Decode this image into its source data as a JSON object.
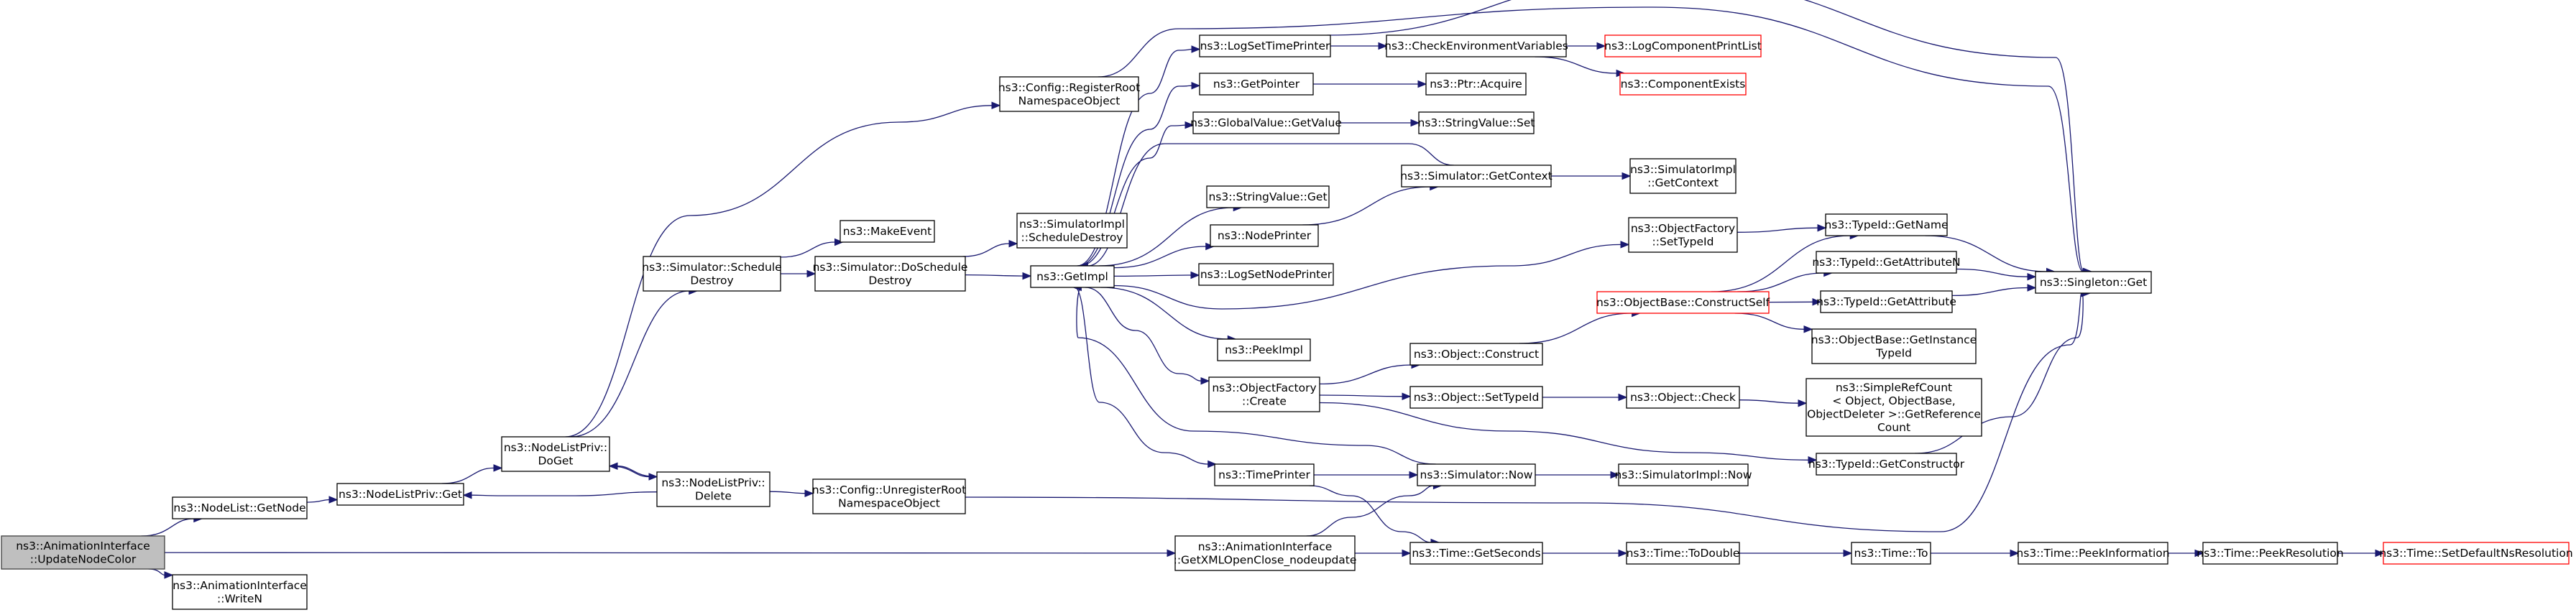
{
  "diagram": {
    "root": "n_root",
    "nodes": [
      {
        "id": "n_root",
        "lines": [
          "ns3::AnimationInterface",
          "::UpdateNodeColor"
        ],
        "style": "root"
      },
      {
        "id": "n_getnode",
        "lines": [
          "ns3::NodeList::GetNode"
        ]
      },
      {
        "id": "n_writen",
        "lines": [
          "ns3::AnimationInterface",
          "::WriteN"
        ]
      },
      {
        "id": "n_nlpget",
        "lines": [
          "ns3::NodeListPriv::Get"
        ]
      },
      {
        "id": "n_doget",
        "lines": [
          "ns3::NodeListPriv::",
          "DoGet"
        ]
      },
      {
        "id": "n_delete",
        "lines": [
          "ns3::NodeListPriv::",
          "Delete"
        ]
      },
      {
        "id": "n_schdestroy",
        "lines": [
          "ns3::Simulator::Schedule",
          "Destroy"
        ]
      },
      {
        "id": "n_makeevent",
        "lines": [
          "ns3::MakeEvent"
        ]
      },
      {
        "id": "n_doschdestroy",
        "lines": [
          "ns3::Simulator::DoSchedule",
          "Destroy"
        ]
      },
      {
        "id": "n_cfgunreg",
        "lines": [
          "ns3::Config::UnregisterRoot",
          "NamespaceObject"
        ]
      },
      {
        "id": "n_cfgreg",
        "lines": [
          "ns3::Config::RegisterRoot",
          "NamespaceObject"
        ]
      },
      {
        "id": "n_simimplsch",
        "lines": [
          "ns3::SimulatorImpl",
          "::ScheduleDestroy"
        ]
      },
      {
        "id": "n_getimpl",
        "lines": [
          "ns3::GetImpl"
        ]
      },
      {
        "id": "n_getxml",
        "lines": [
          "ns3::AnimationInterface",
          "::GetXMLOpenClose_nodeupdate"
        ]
      },
      {
        "id": "n_logsettime",
        "lines": [
          "ns3::LogSetTimePrinter"
        ]
      },
      {
        "id": "n_getpointer",
        "lines": [
          "ns3::GetPointer"
        ]
      },
      {
        "id": "n_gvget",
        "lines": [
          "ns3::GlobalValue::GetValue"
        ]
      },
      {
        "id": "n_svget",
        "lines": [
          "ns3::StringValue::Get"
        ]
      },
      {
        "id": "n_nodeprinter",
        "lines": [
          "ns3::NodePrinter"
        ]
      },
      {
        "id": "n_logsetnode",
        "lines": [
          "ns3::LogSetNodePrinter"
        ]
      },
      {
        "id": "n_peekimpl",
        "lines": [
          "ns3::PeekImpl"
        ]
      },
      {
        "id": "n_ofcreate",
        "lines": [
          "ns3::ObjectFactory",
          "::Create"
        ]
      },
      {
        "id": "n_timeprinter",
        "lines": [
          "ns3::TimePrinter"
        ]
      },
      {
        "id": "n_checkenv",
        "lines": [
          "ns3::CheckEnvironmentVariables"
        ]
      },
      {
        "id": "n_ptracq",
        "lines": [
          "ns3::Ptr::Acquire"
        ]
      },
      {
        "id": "n_svset",
        "lines": [
          "ns3::StringValue::Set"
        ]
      },
      {
        "id": "n_simgetctx",
        "lines": [
          "ns3::Simulator::GetContext"
        ]
      },
      {
        "id": "n_objconstruct",
        "lines": [
          "ns3::Object::Construct"
        ]
      },
      {
        "id": "n_objsettid",
        "lines": [
          "ns3::Object::SetTypeId"
        ]
      },
      {
        "id": "n_simnow",
        "lines": [
          "ns3::Simulator::Now"
        ]
      },
      {
        "id": "n_getseconds",
        "lines": [
          "ns3::Time::GetSeconds"
        ]
      },
      {
        "id": "n_logcomp",
        "lines": [
          "ns3::LogComponentPrintList"
        ],
        "style": "red"
      },
      {
        "id": "n_compexists",
        "lines": [
          "ns3::ComponentExists"
        ],
        "style": "red"
      },
      {
        "id": "n_simimplgetctx",
        "lines": [
          "ns3::SimulatorImpl",
          "::GetContext"
        ]
      },
      {
        "id": "n_ofsettid",
        "lines": [
          "ns3::ObjectFactory",
          "::SetTypeId"
        ]
      },
      {
        "id": "n_obconstructself",
        "lines": [
          "ns3::ObjectBase::ConstructSelf"
        ],
        "style": "red"
      },
      {
        "id": "n_objcheck",
        "lines": [
          "ns3::Object::Check"
        ]
      },
      {
        "id": "n_simimplnow",
        "lines": [
          "ns3::SimulatorImpl::Now"
        ]
      },
      {
        "id": "n_todouble",
        "lines": [
          "ns3::Time::ToDouble"
        ]
      },
      {
        "id": "n_tidgetname",
        "lines": [
          "ns3::TypeId::GetName"
        ]
      },
      {
        "id": "n_tidgetattrn",
        "lines": [
          "ns3::TypeId::GetAttributeN"
        ]
      },
      {
        "id": "n_tidgetattr",
        "lines": [
          "ns3::TypeId::GetAttribute"
        ]
      },
      {
        "id": "n_obgetinst",
        "lines": [
          "ns3::ObjectBase::GetInstance",
          "TypeId"
        ]
      },
      {
        "id": "n_simplerc",
        "lines": [
          "ns3::SimpleRefCount",
          "< Object, ObjectBase,",
          "ObjectDeleter >::GetReference",
          "Count"
        ]
      },
      {
        "id": "n_tidgetctor",
        "lines": [
          "ns3::TypeId::GetConstructor"
        ]
      },
      {
        "id": "n_timeto",
        "lines": [
          "ns3::Time::To"
        ]
      },
      {
        "id": "n_peekinfo",
        "lines": [
          "ns3::Time::PeekInformation"
        ]
      },
      {
        "id": "n_peekres",
        "lines": [
          "ns3::Time::PeekResolution"
        ]
      },
      {
        "id": "n_setdefault",
        "lines": [
          "ns3::Time::SetDefaultNsResolution"
        ],
        "style": "red"
      },
      {
        "id": "n_singleton",
        "lines": [
          "ns3::Singleton::Get"
        ]
      }
    ],
    "edges": [
      [
        "n_root",
        "n_getnode"
      ],
      [
        "n_root",
        "n_writen"
      ],
      [
        "n_root",
        "n_getxml"
      ],
      [
        "n_getnode",
        "n_nlpget"
      ],
      [
        "n_nlpget",
        "n_doget"
      ],
      [
        "n_doget",
        "n_delete"
      ],
      [
        "n_delete",
        "n_doget"
      ],
      [
        "n_delete",
        "n_nlpget"
      ],
      [
        "n_doget",
        "n_schdestroy"
      ],
      [
        "n_doget",
        "n_cfgreg"
      ],
      [
        "n_delete",
        "n_cfgunreg"
      ],
      [
        "n_schdestroy",
        "n_makeevent"
      ],
      [
        "n_schdestroy",
        "n_doschdestroy"
      ],
      [
        "n_doschdestroy",
        "n_simimplsch"
      ],
      [
        "n_doschdestroy",
        "n_getimpl"
      ],
      [
        "n_cfgreg",
        "n_singleton"
      ],
      [
        "n_cfgunreg",
        "n_singleton"
      ],
      [
        "n_getimpl",
        "n_logsettime"
      ],
      [
        "n_getimpl",
        "n_getpointer"
      ],
      [
        "n_getimpl",
        "n_gvget"
      ],
      [
        "n_getimpl",
        "n_svget"
      ],
      [
        "n_getimpl",
        "n_nodeprinter"
      ],
      [
        "n_getimpl",
        "n_logsetnode"
      ],
      [
        "n_getimpl",
        "n_peekimpl"
      ],
      [
        "n_getimpl",
        "n_ofcreate"
      ],
      [
        "n_getimpl",
        "n_timeprinter"
      ],
      [
        "n_getimpl",
        "n_ofsettid"
      ],
      [
        "n_simgetctx",
        "n_getimpl"
      ],
      [
        "n_simnow",
        "n_getimpl"
      ],
      [
        "n_logsettime",
        "n_checkenv"
      ],
      [
        "n_checkenv",
        "n_logcomp"
      ],
      [
        "n_checkenv",
        "n_compexists"
      ],
      [
        "n_getpointer",
        "n_ptracq"
      ],
      [
        "n_gvget",
        "n_svset"
      ],
      [
        "n_nodeprinter",
        "n_simgetctx"
      ],
      [
        "n_simgetctx",
        "n_simimplgetctx"
      ],
      [
        "n_ofcreate",
        "n_objconstruct"
      ],
      [
        "n_ofcreate",
        "n_objsettid"
      ],
      [
        "n_ofcreate",
        "n_tidgetctor"
      ],
      [
        "n_objconstruct",
        "n_obconstructself"
      ],
      [
        "n_objsettid",
        "n_objcheck"
      ],
      [
        "n_objcheck",
        "n_simplerc"
      ],
      [
        "n_timeprinter",
        "n_simnow"
      ],
      [
        "n_timeprinter",
        "n_getseconds"
      ],
      [
        "n_getxml",
        "n_simnow"
      ],
      [
        "n_getxml",
        "n_getseconds"
      ],
      [
        "n_simnow",
        "n_simimplnow"
      ],
      [
        "n_getseconds",
        "n_todouble"
      ],
      [
        "n_todouble",
        "n_timeto"
      ],
      [
        "n_timeto",
        "n_peekinfo"
      ],
      [
        "n_peekinfo",
        "n_peekres"
      ],
      [
        "n_peekres",
        "n_setdefault"
      ],
      [
        "n_ofsettid",
        "n_tidgetname"
      ],
      [
        "n_obconstructself",
        "n_tidgetname"
      ],
      [
        "n_obconstructself",
        "n_tidgetattrn"
      ],
      [
        "n_obconstructself",
        "n_tidgetattr"
      ],
      [
        "n_obconstructself",
        "n_obgetinst"
      ],
      [
        "n_tidgetname",
        "n_singleton"
      ],
      [
        "n_tidgetattrn",
        "n_singleton"
      ],
      [
        "n_tidgetattr",
        "n_singleton"
      ],
      [
        "n_tidgetctor",
        "n_singleton"
      ],
      [
        "n_logsettime",
        "n_singleton"
      ]
    ]
  }
}
